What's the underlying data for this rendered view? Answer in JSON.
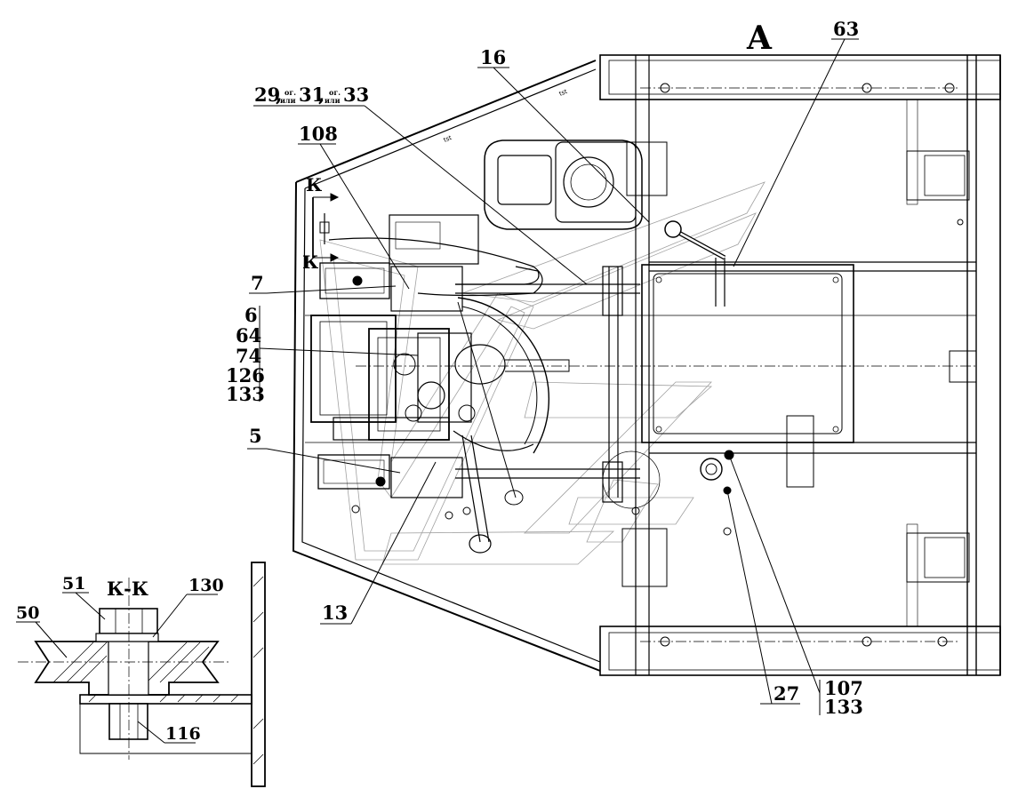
{
  "view": {
    "title": "A"
  },
  "section": {
    "title": "К-К"
  },
  "callouts": {
    "c16": "16",
    "c63": "63",
    "c29": "29",
    "og1": "ог.",
    "ili1": "или",
    "c31": "31",
    "og2": "ог.",
    "ili2": "или",
    "c33": "33",
    "c108": "108",
    "c7": "7",
    "c6": "6",
    "c64": "64",
    "c74": "74",
    "c126": "126",
    "c133a": "133",
    "c5": "5",
    "c13": "13",
    "c27": "27",
    "c107": "107",
    "c133b": "133",
    "kTop": "К",
    "kBottom": "К"
  },
  "section_callouts": {
    "c51": "51",
    "c130": "130",
    "c50": "50",
    "c116": "116"
  },
  "watermark": "tst"
}
